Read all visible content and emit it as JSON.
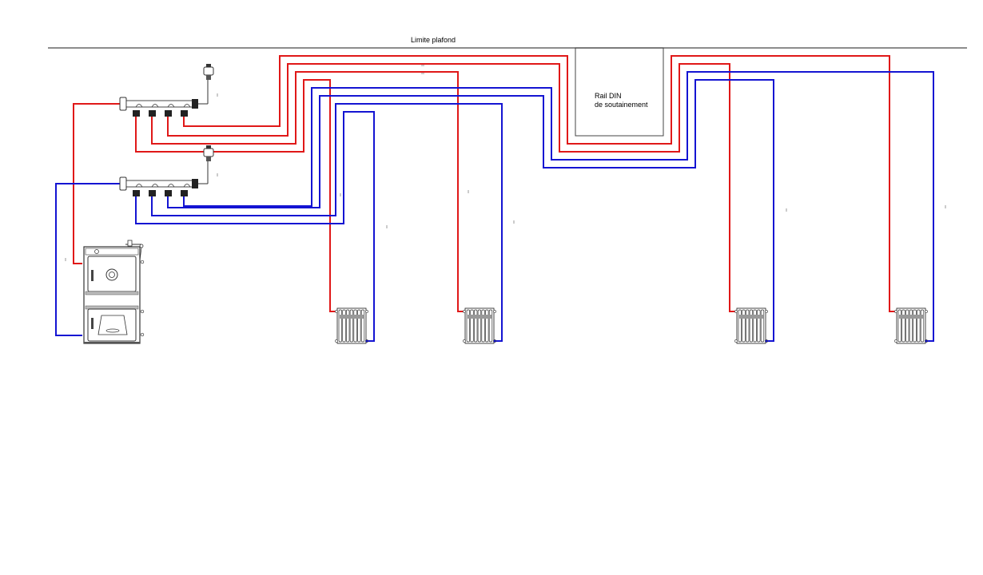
{
  "labels": {
    "ceiling_limit": "Limite plafond",
    "din_rail_line1": "Rail DIN",
    "din_rail_line2": "de soutainement"
  },
  "colors": {
    "supply": "#e01818",
    "return": "#1414d2",
    "outline": "#333333",
    "ceiling_line": "#666666"
  },
  "icons": {
    "boiler": "boiler-icon",
    "manifold": "manifold-icon",
    "air_vent": "air-vent-icon",
    "radiator": "radiator-icon"
  }
}
